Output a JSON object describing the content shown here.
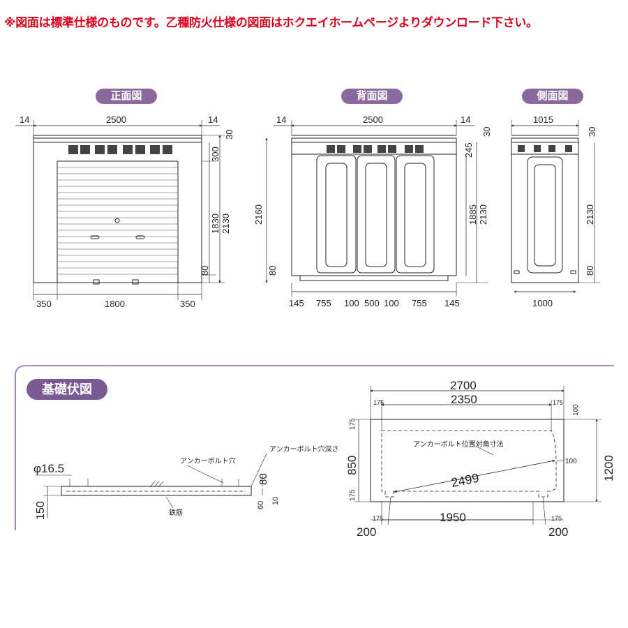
{
  "notice": "※図面は標準仕様のものです。乙種防火仕様の図面はホクエイホームページよりダウンロード下さい。",
  "views": {
    "front": {
      "title": "正面図",
      "dims": {
        "side_top_l": "14",
        "width": "2500",
        "side_top_r": "14",
        "roof": "30",
        "top_band": "300",
        "shutter_h": "1830",
        "total_h": "2130",
        "base": "80",
        "left": "350",
        "opening": "1800",
        "right": "350"
      }
    },
    "back": {
      "title": "背面図",
      "dims": {
        "side_top_l": "14",
        "width": "2500",
        "side_top_r": "14",
        "roof": "30",
        "top_band": "245",
        "overall_h": "2160",
        "panel_h": "1885",
        "total_h": "2130",
        "base": "80",
        "b1": "145",
        "b2": "755",
        "b3": "100",
        "b4": "500",
        "b5": "100",
        "b6": "755",
        "b7": "145"
      }
    },
    "side": {
      "title": "側面図",
      "dims": {
        "width_top": "1015",
        "roof": "30",
        "total_h": "2130",
        "base": "80",
        "width_bottom": "1000"
      }
    }
  },
  "foundation": {
    "title": "基礎伏図",
    "section": {
      "diameter": "φ16.5",
      "anchor_hole": "アンカーボルト穴",
      "anchor_depth": "アンカーボルト穴深さ",
      "rebar": "鉄筋",
      "thickness": "150",
      "depth_80": "80",
      "depth_60": "60",
      "depth_10": "10"
    },
    "plan": {
      "overall_w": "2700",
      "inner_w": "2350",
      "edge_l": "175",
      "edge_r": "175",
      "edge_top_r": "100",
      "edge_top_l": "175",
      "depth_850": "850",
      "edge_bottom_l": "175",
      "overall_h": "1200",
      "anchor_label": "アンカーボルト位置対角寸法",
      "diagonal": "2499",
      "right_100": "100",
      "bottom_175_l": "175",
      "bottom_1950": "1950",
      "bottom_175_r": "175",
      "foot_l": "200",
      "foot_r": "200"
    }
  }
}
